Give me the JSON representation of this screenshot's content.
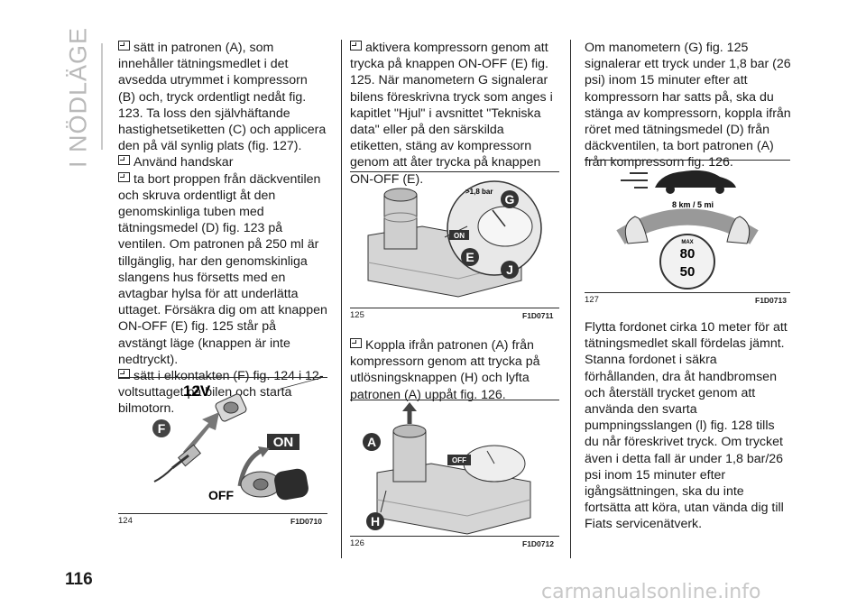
{
  "section": "I NÖDLÄGE",
  "page_number": "116",
  "columns": {
    "col1": [
      {
        "bullet": true,
        "text": "sätt in patronen (A), som innehåller tätningsmedlet i det avsedda utrymmet i kompressorn (B) och, tryck ordentligt nedåt fig. 123. Ta loss den självhäftande hastighetsetiketten (C) och applicera den på väl synlig plats (fig. 127)."
      },
      {
        "bullet": true,
        "text": "Använd handskar"
      },
      {
        "bullet": true,
        "text": "ta bort proppen från däckventilen och skruva ordentligt åt den genomskinliga tuben med tätningsmedel (D) fig. 123 på ventilen. Om patronen på 250 ml är tillgänglig, har den genomskinliga slangens hus försetts med en avtagbar hylsa för att underlätta uttaget. Försäkra dig om att knappen ON-OFF (E) fig. 125 står på avstängt läge (knappen är inte nedtryckt)."
      },
      {
        "bullet": true,
        "text": "sätt i elkontakten (F) fig. 124 i 12-voltsuttaget på bilen och starta bilmotorn."
      }
    ],
    "col2_top": [
      {
        "bullet": true,
        "text": "aktivera kompressorn genom att trycka på knappen ON-OFF (E) fig. 125. När manometern G signalerar bilens föreskrivna tryck som anges i kapitlet \"Hjul\" i avsnittet \"Tekniska data\" eller på den särskilda etiketten, stäng av kompressorn genom att åter trycka på knappen ON-OFF (E)."
      }
    ],
    "col2_mid": [
      {
        "bullet": true,
        "text": "Koppla ifrån patronen (A) från kompressorn genom att trycka på utlösningsknappen (H) och lyfta patronen (A) uppåt fig. 126."
      }
    ],
    "col3_top": [
      {
        "bullet": false,
        "text": "Om manometern (G) fig. 125 signalerar ett tryck under 1,8 bar (26 psi) inom 15 minuter efter att kompressorn har satts på, ska du stänga av kompressorn, koppla ifrån röret med tätningsmedel (D) från däckventilen, ta bort patronen (A) från kompressorn fig. 126."
      }
    ],
    "col3_bottom": [
      {
        "bullet": false,
        "text": "Flytta fordonet cirka 10 meter för att tätningsmedlet skall fördelas jämnt. Stanna fordonet i säkra förhållanden, dra åt handbromsen och återställ trycket genom att använda den svarta pumpningsslangen (l) fig. 128 tills du når föreskrivet tryck. Om trycket även i detta fall är under 1,8 bar/26 psi inom 15 minuter efter igångsättningen, ska du inte fortsätta att köra, utan vända dig till Fiats servicenätverk."
      }
    ]
  },
  "figures": {
    "fig124": {
      "number": "124",
      "code": "F1D0710",
      "labels": {
        "voltage": "12V",
        "plug": "F",
        "on": "ON",
        "off": "OFF"
      }
    },
    "fig125": {
      "number": "125",
      "code": "F1D0711",
      "labels": {
        "pressure": ">1,8 bar",
        "gauge": "G",
        "on": "ON",
        "button": "E",
        "hose": "J"
      }
    },
    "fig126": {
      "number": "126",
      "code": "F1D0712",
      "labels": {
        "cartridge": "A",
        "off": "OFF",
        "release": "H"
      }
    },
    "fig127": {
      "number": "127",
      "code": "F1D0713",
      "labels": {
        "distance": "8 km / 5 mi",
        "max": "MAX",
        "speed_kmh": "80",
        "speed_mph": "50"
      }
    }
  },
  "footer": "carmanualsonline.info"
}
